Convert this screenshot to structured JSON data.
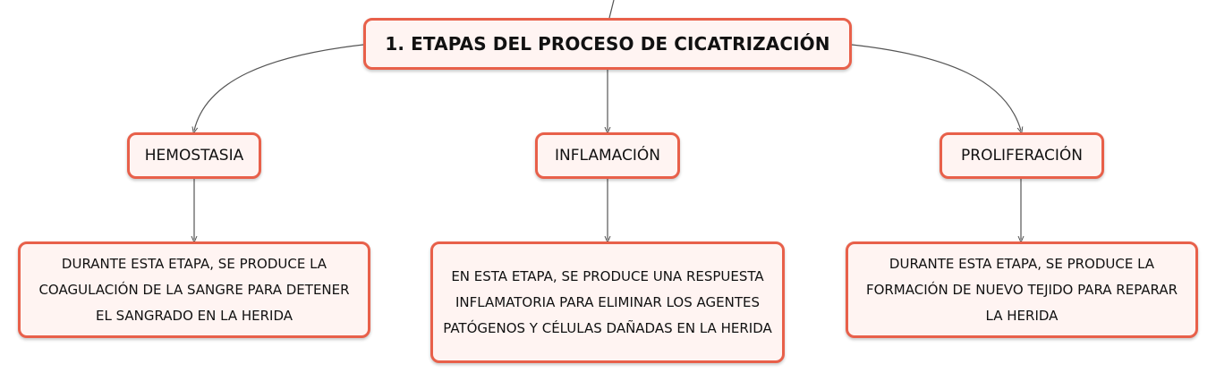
{
  "diagram": {
    "root": {
      "label": "1. ETAPAS DEL PROCESO DE CICATRIZACIÓN"
    },
    "stages": [
      {
        "label": "HEMOSTASIA",
        "description": "DURANTE ESTA ETAPA, SE PRODUCE LA COAGULACIÓN DE LA SANGRE PARA DETENER EL SANGRADO EN LA HERIDA"
      },
      {
        "label": "INFLAMACIÓN",
        "description": "EN ESTA ETAPA, SE PRODUCE UNA RESPUESTA INFLAMATORIA PARA ELIMINAR LOS AGENTES PATÓGENOS Y CÉLULAS DAÑADAS EN LA HERIDA"
      },
      {
        "label": "PROLIFERACIÓN",
        "description": "DURANTE ESTA ETAPA, SE PRODUCE LA FORMACIÓN DE NUEVO TEJIDO PARA REPARAR LA HERIDA"
      }
    ],
    "colors": {
      "node_border": "#e8604a",
      "node_fill": "#fff4f2",
      "connector": "#555555"
    }
  }
}
